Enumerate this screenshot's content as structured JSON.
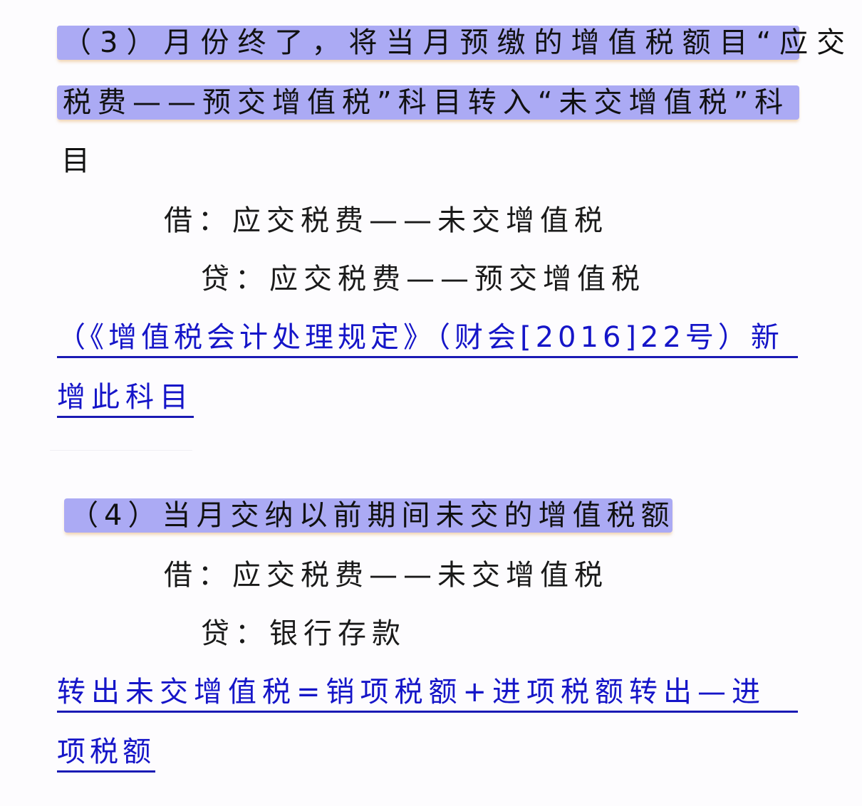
{
  "section3": {
    "heading_line1": "（3）月份终了，将当月预缴的增值税额目“应交",
    "heading_line2": "税费——预交增值税”科目转入“未交增值税”科",
    "heading_line3": "目",
    "debit": "借：应交税费——未交增值税",
    "credit": "贷：应交税费——预交增值税",
    "note_line1": "（《增值税会计处理规定》（财会[2016]22号）新",
    "note_line2": "增此科目"
  },
  "section4": {
    "heading": "（4）当月交纳以前期间未交的增值税额",
    "debit": "借：应交税费——未交增值税",
    "credit": "贷：银行存款",
    "note_line1": "转出未交增值税=销项税额+进项税额转出—进",
    "note_line2": "项税额"
  },
  "colors": {
    "highlight": "#abaaf4",
    "note_text": "#1515c8",
    "body_text": "#111111",
    "background": "#fdfcfe"
  }
}
